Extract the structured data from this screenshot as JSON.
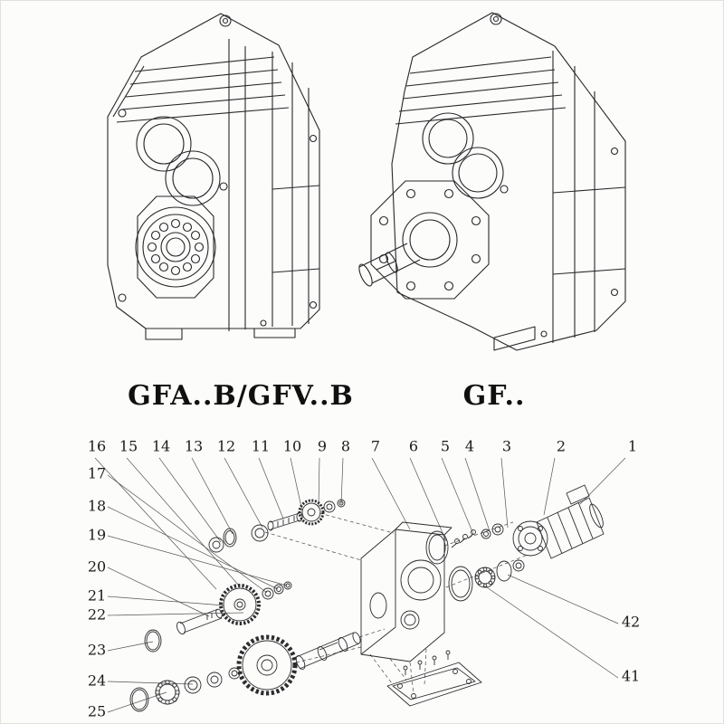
{
  "models": {
    "left": "GFA..B/GFV..B",
    "right": "GF.."
  },
  "exploded": {
    "top_callouts": [
      "16",
      "15",
      "14",
      "13",
      "12",
      "11",
      "10",
      "9",
      "8",
      "7",
      "6",
      "5",
      "4",
      "3",
      "2",
      "1"
    ],
    "left_callouts": [
      "17",
      "18",
      "19",
      "20",
      "21",
      "22",
      "23",
      "24",
      "25"
    ],
    "right_callouts": [
      "42",
      "41"
    ]
  },
  "colors": {
    "background": "#fcfcfa",
    "line": "#26282a",
    "callout_text": "#1b1b1b"
  }
}
